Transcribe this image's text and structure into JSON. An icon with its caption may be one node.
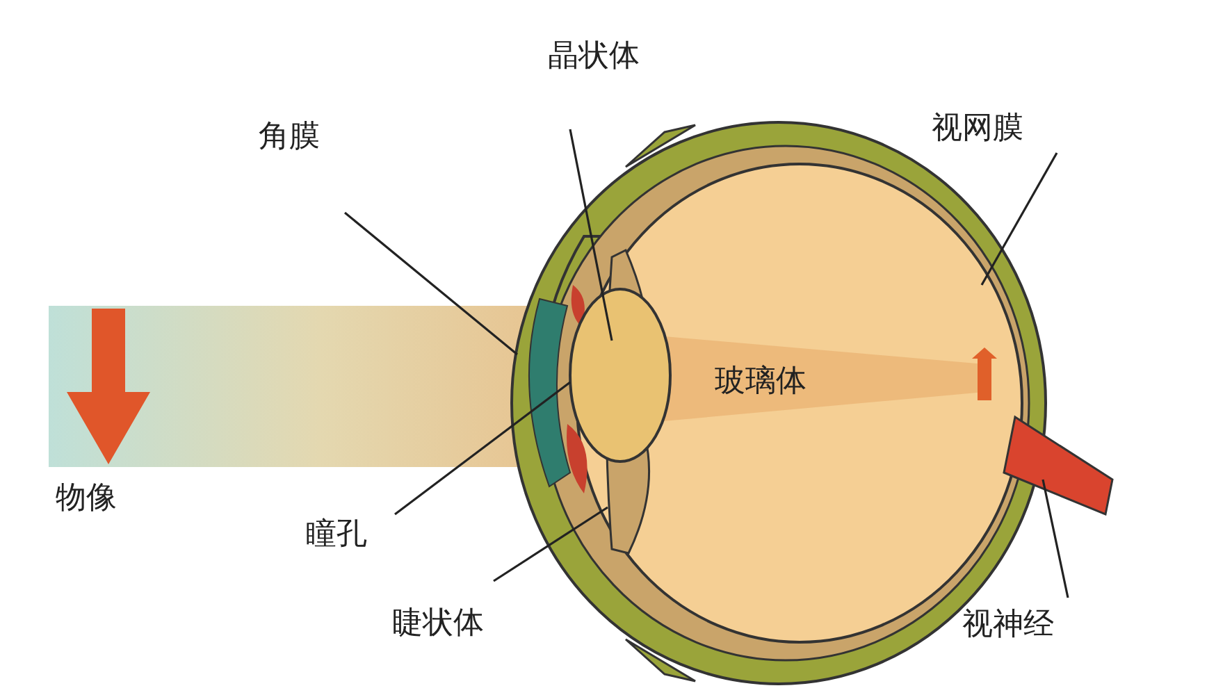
{
  "diagram": {
    "nodes": [
      {
        "text": [
          "角膜"
        ]
      },
      {
        "text": [
          "晶状体"
        ]
      },
      {
        "text": [
          "视网膜"
        ]
      },
      {
        "text": [
          "瞳孔"
        ]
      },
      {
        "text": [
          "睫状体"
        ]
      },
      {
        "text": [
          "视神经"
        ]
      }
    ],
    "edges": [
      {
        "from": 0,
        "to": null,
        "arrow": "none"
      },
      {
        "from": 1,
        "to": null,
        "arrow": "none"
      },
      {
        "from": 2,
        "to": null,
        "arrow": "none"
      },
      {
        "from": 3,
        "to": null,
        "arrow": "none"
      },
      {
        "from": 4,
        "to": null,
        "arrow": "none"
      },
      {
        "from": 5,
        "to": null,
        "arrow": "none"
      }
    ],
    "labels": [
      "玻璃体",
      "物像"
    ]
  }
}
